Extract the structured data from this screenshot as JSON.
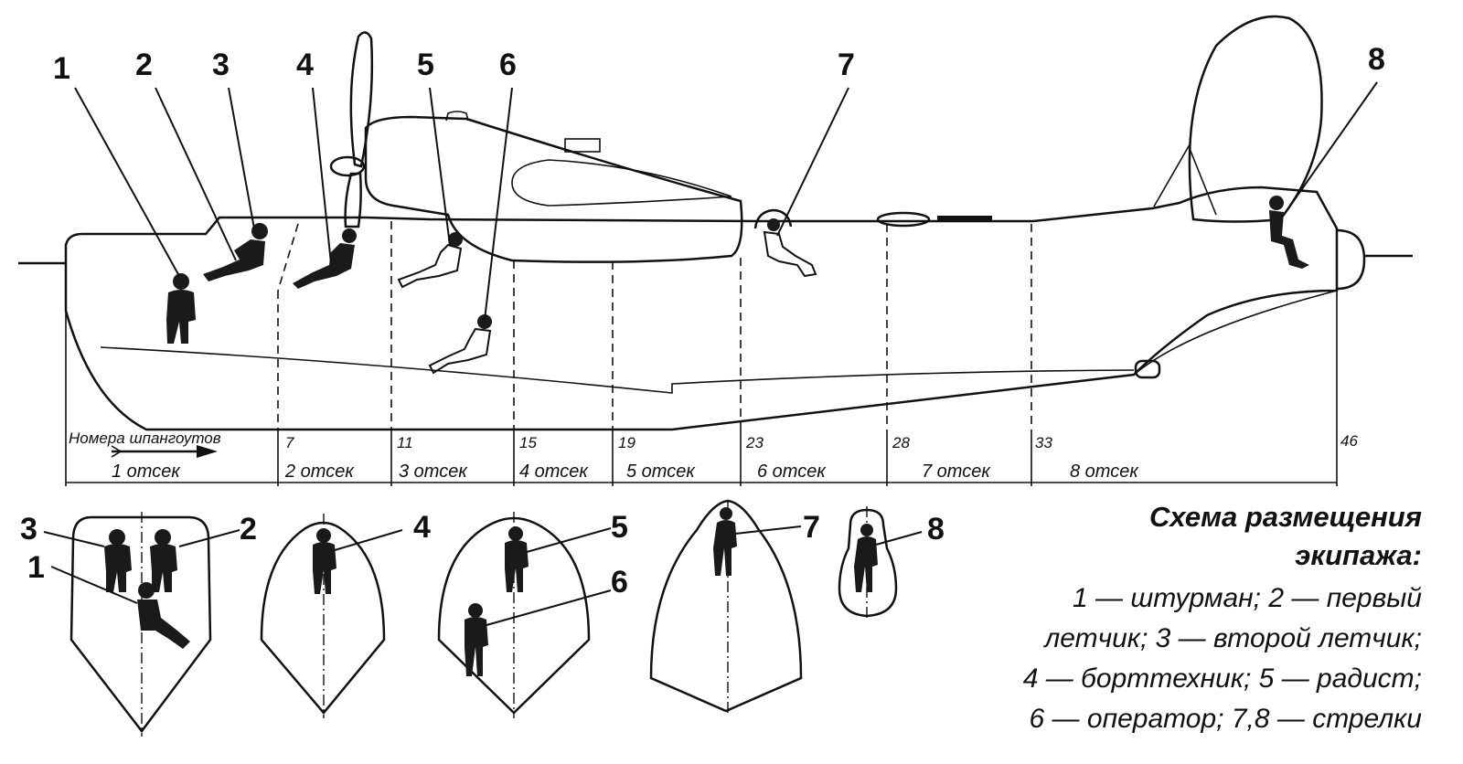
{
  "side_view": {
    "crew_numbers": [
      "1",
      "2",
      "3",
      "4",
      "5",
      "6",
      "7",
      "8"
    ],
    "frames_caption": "Номера шпангоутов",
    "frame_numbers": [
      "7",
      "11",
      "15",
      "19",
      "23",
      "28",
      "33",
      "46"
    ],
    "compartments": [
      "1 отсек",
      "2 отсек",
      "3 отсек",
      "4 отсек",
      "5 отсек",
      "6 отсек",
      "7 отсек",
      "8 отсек"
    ]
  },
  "sections": {
    "labels": [
      "3",
      "2",
      "1",
      "4",
      "5",
      "6",
      "7",
      "8"
    ]
  },
  "legend": {
    "title_line1": "Схема размещения",
    "title_line2": "экипажа:",
    "lines": [
      "1 — штурман; 2 — первый",
      "летчик; 3 — второй летчик;",
      "4 — борттехник; 5 — радист;",
      "6 — оператор; 7,8 — стрелки"
    ]
  }
}
